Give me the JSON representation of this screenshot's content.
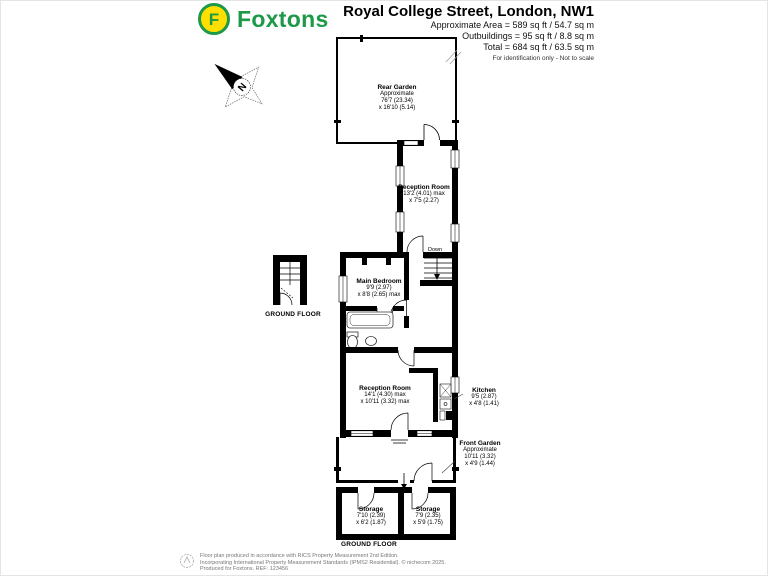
{
  "header": {
    "brand": "Foxtons",
    "logo_letter": "F",
    "title": "Royal College Street, London, NW1",
    "area_lines": [
      "Approximate Area = 589 sq ft / 54.7 sq m",
      "Outbuildings = 95 sq ft / 8.8 sq m",
      "Total = 684 sq ft / 63.5 sq m"
    ],
    "note": "For identification only - Not to scale"
  },
  "compass": {
    "label": "N"
  },
  "colors": {
    "brand_green": "#1d9948",
    "brand_yellow": "#ffdf00",
    "wall_black": "#000000"
  },
  "plan": {
    "stairs_label": "Down",
    "floor_label_main": "GROUND FLOOR",
    "floor_label_outbuilding": "GROUND FLOOR",
    "rooms": {
      "rear_garden": {
        "lines": [
          "Rear Garden",
          "Approximate",
          "76'7 (23.34)",
          "x 16'10 (5.14)"
        ]
      },
      "reception_rear": {
        "lines": [
          "Reception Room",
          "13'2 (4.01) max",
          "x 7'5 (2.27)"
        ]
      },
      "main_bedroom": {
        "lines": [
          "Main Bedroom",
          "9'9 (2.97)",
          "x 8'8 (2.65) max"
        ]
      },
      "reception_front": {
        "lines": [
          "Reception Room",
          "14'1 (4.30) max",
          "x 10'11 (3.32) max"
        ]
      },
      "kitchen": {
        "lines": [
          "Kitchen",
          "9'5 (2.87)",
          "x 4'8 (1.41)"
        ]
      },
      "front_garden": {
        "lines": [
          "Front Garden",
          "Approximate",
          "10'11 (3.32)",
          "x 4'9 (1.44)"
        ]
      },
      "storage_left": {
        "lines": [
          "Storage",
          "7'10 (2.39)",
          "x 6'2 (1.87)"
        ]
      },
      "storage_right": {
        "lines": [
          "Storage",
          "7'9 (2.35)",
          "x 5'9 (1.75)"
        ]
      }
    }
  },
  "footer": {
    "line1": "Floor plan produced in accordance with RICS Property Measurement 2nd Edition.",
    "line2": "Incorporating International Property Measurement Standards (IPMS2 Residential). © nichecom 2025.",
    "line3": "Produced for Foxtons. REF: 123456"
  }
}
